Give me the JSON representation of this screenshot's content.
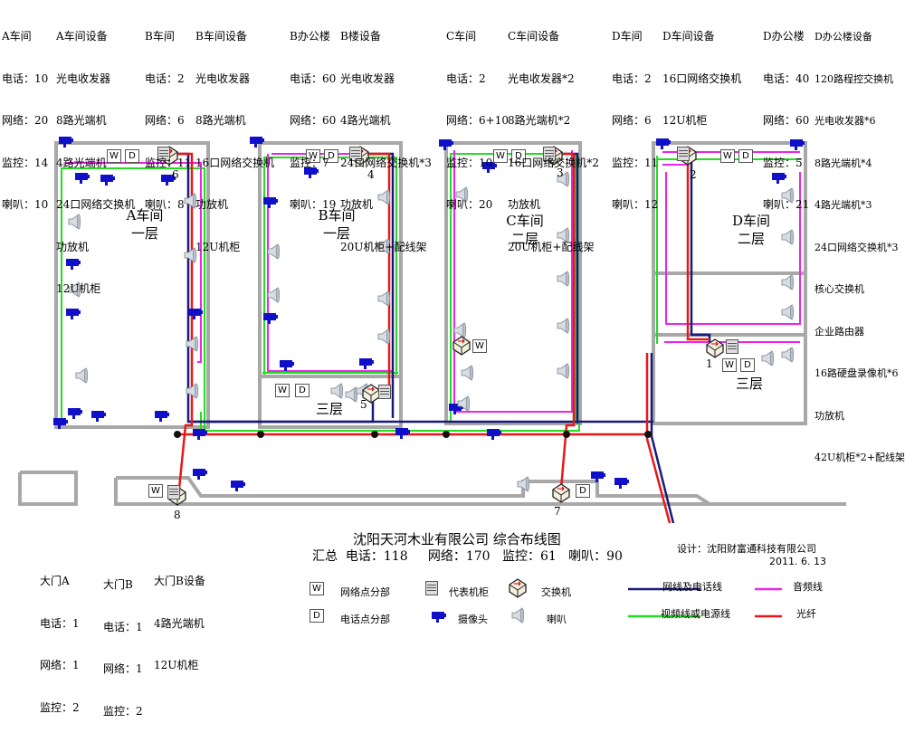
{
  "blocks": {
    "a_workshop": [
      "A车间",
      "电话：10",
      "网络：20",
      "监控：14",
      "喇叭：10"
    ],
    "a_equipment": [
      "A车间设备",
      "光电收发器",
      "8路光端机",
      "4路光端机",
      "24口网络交换机",
      "功放机",
      "12U机柜"
    ],
    "b_workshop": [
      "B车间",
      "电话：2",
      "网络：6",
      "监控：11",
      "喇叭：8"
    ],
    "b_equipment": [
      "B车间设备",
      "光电收发器",
      "8路光端机",
      "16口网络交换机",
      "功放机",
      "12U机柜"
    ],
    "b_office": [
      "B办公楼",
      "电话：60",
      "网络：60",
      "监控：7",
      "喇叭：19"
    ],
    "b_office_equipment": [
      "B楼设备",
      "光电收发器",
      "4路光端机",
      "24口网络交换机*3",
      "功放机",
      "20U机柜+配线架"
    ],
    "c_workshop": [
      "C车间",
      "电话：2",
      "网络：6+10",
      "监控：10",
      "喇叭：20"
    ],
    "c_equipment": [
      "C车间设备",
      "光电收发器*2",
      "8路光端机*2",
      "16口网络交换机*2",
      "功放机",
      "20U机柜+配线架"
    ],
    "d_workshop": [
      "D车间",
      "电话：2",
      "网络：6",
      "监控：11",
      "喇叭：12"
    ],
    "d_equipment": [
      "D车间设备",
      "16口网络交换机",
      "12U机柜"
    ],
    "d_office": [
      "D办公楼",
      "电话：40",
      "网络：60",
      "监控：5",
      "喇叭：21"
    ],
    "d_office_equipment": [
      "D办公楼设备",
      "120路程控交换机",
      "光电收发器*6",
      "8路光端机*4",
      "4路光端机*3",
      "24口网络交换机*3",
      "核心交换机",
      "企业路由器",
      "16路硬盘录像机*6",
      "功放机",
      "42U机柜*2+配线架"
    ],
    "gate_a": [
      "大门A",
      "电话：1",
      "网络：1",
      "监控：2"
    ],
    "gate_b": [
      "大门B",
      "电话：1",
      "网络：1",
      "监控：2"
    ],
    "gate_b_equipment": [
      "大门B设备",
      "4路光端机",
      "12U机柜"
    ]
  },
  "buildings": {
    "a": "A车间\n一层",
    "b": "B车间\n一层",
    "c": "C车间\n二层",
    "d": "D车间\n二层",
    "b3": "三层",
    "d3": "三层"
  },
  "nodes": [
    "1",
    "2",
    "3",
    "4",
    "5",
    "6",
    "7",
    "8"
  ],
  "boxes": {
    "w": "W",
    "d": "D"
  },
  "title": "沈阳天河木业有限公司 综合布线图",
  "summary": "汇总  电话：118     网络：170   监控：61   喇叭：90",
  "designer": "设计：沈阳财富通科技有限公司",
  "date": "2011. 6. 13",
  "legend": {
    "w": "W",
    "w_label": "网络点分部",
    "d": "D",
    "d_label": "电话点分部",
    "cabinet": "代表机柜",
    "camera": "摄像头",
    "switch": "交换机",
    "speaker": "喇叭",
    "network_line": "网线及电话线",
    "video_line": "视频线或电源线",
    "audio_line": "音频线",
    "fiber": "光纤"
  },
  "colors": {
    "network": "#1a1a7a",
    "video": "#22dd22",
    "audio": "#ee22ee",
    "fiber": "#e81818",
    "wall": "#a8a8a8",
    "camera": "#1010c8"
  }
}
